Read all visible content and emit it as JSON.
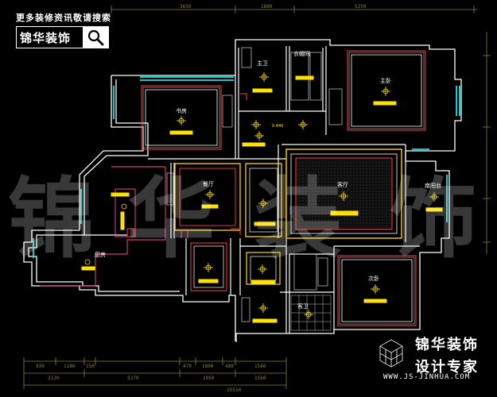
{
  "header": {
    "search_link": "更多装修资讯敬请搜索",
    "logo_text": "锦华装饰"
  },
  "watermark": {
    "chars": [
      "锦",
      "华",
      "装",
      "饰"
    ]
  },
  "brand": {
    "name": "锦华装饰",
    "tagline": "设计专家",
    "url": "WWW.JS-JINHUA.COM"
  },
  "dimensions": {
    "top": [
      "3650",
      "1880",
      "5250"
    ],
    "bottom_row1": [
      "930",
      "1180",
      "150",
      "470",
      "1000",
      "480",
      "1560"
    ],
    "bottom_row2": [
      "2120",
      "3270",
      "1950",
      "1560"
    ],
    "total": "15510"
  },
  "rooms": {
    "master_bath": "主卫",
    "cloakroom": "衣帽间",
    "master_bedroom": "主卧",
    "study": "书房",
    "dining": "餐厅",
    "living": "客厅",
    "south_balcony": "南阳台",
    "kitchen": "厨房",
    "second_bedroom": "次卧",
    "guest_bath": "客卫"
  },
  "annotations": {
    "ceiling_height": "0.440"
  },
  "colors": {
    "wall": "#ffffff",
    "door": "#ff3a3a",
    "fixture": "#ffe100",
    "ceiling": "#ffd400",
    "window": "#20e0e0",
    "dim": "#8a7f40",
    "kitchen_outline": "#ff4a9a"
  }
}
